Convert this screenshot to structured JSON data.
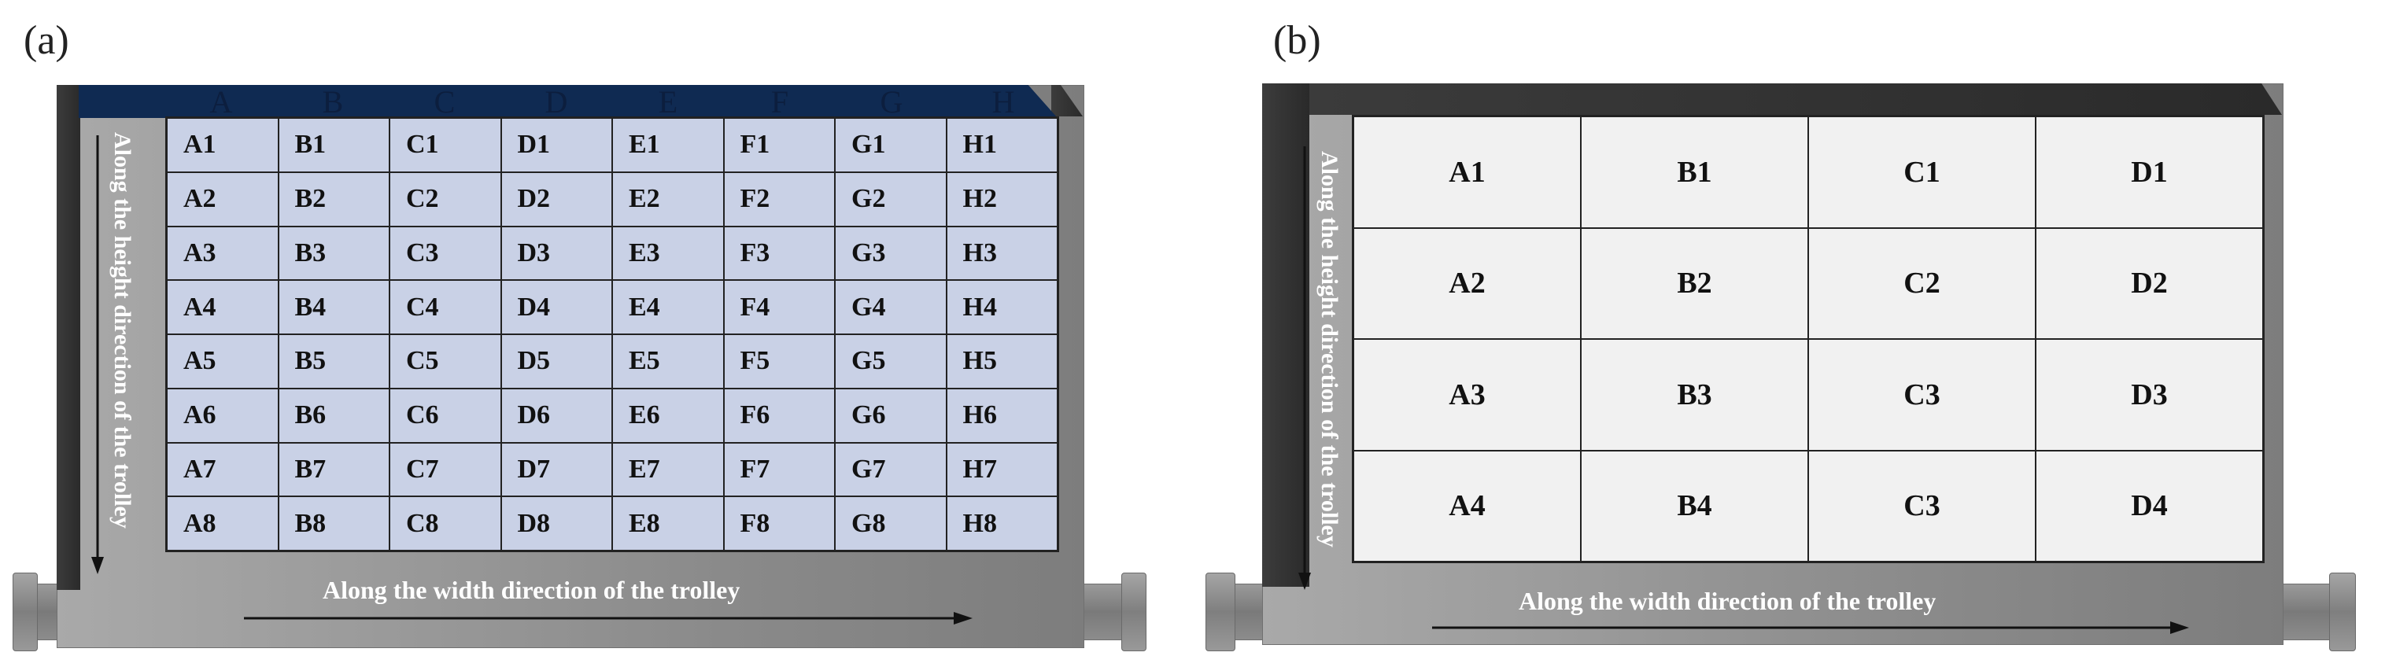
{
  "panel_a": {
    "label": "(a)",
    "columns": [
      "A",
      "B",
      "C",
      "D",
      "E",
      "F",
      "G",
      "H"
    ],
    "rows": [
      [
        "A1",
        "B1",
        "C1",
        "D1",
        "E1",
        "F1",
        "G1",
        "H1"
      ],
      [
        "A2",
        "B2",
        "C2",
        "D2",
        "E2",
        "F2",
        "G2",
        "H2"
      ],
      [
        "A3",
        "B3",
        "C3",
        "D3",
        "E3",
        "F3",
        "G3",
        "H3"
      ],
      [
        "A4",
        "B4",
        "C4",
        "D4",
        "E4",
        "F4",
        "G4",
        "H4"
      ],
      [
        "A5",
        "B5",
        "C5",
        "D5",
        "E5",
        "F5",
        "G5",
        "H5"
      ],
      [
        "A6",
        "B6",
        "C6",
        "D6",
        "E6",
        "F6",
        "G6",
        "H6"
      ],
      [
        "A7",
        "B7",
        "C7",
        "D7",
        "E7",
        "F7",
        "G7",
        "H7"
      ],
      [
        "A8",
        "B8",
        "C8",
        "D8",
        "E8",
        "F8",
        "G8",
        "H8"
      ]
    ],
    "height_label": "Along the height direction of the trolley",
    "width_label": "Along the width direction of the  trolley"
  },
  "panel_b": {
    "label": "(b)",
    "rows": [
      [
        "A1",
        "B1",
        "C1",
        "D1"
      ],
      [
        "A2",
        "B2",
        "C2",
        "D2"
      ],
      [
        "A3",
        "B3",
        "C3",
        "D3"
      ],
      [
        "A4",
        "B4",
        "C3",
        "D4"
      ]
    ],
    "height_label": "Along the height direction of the trolley",
    "width_label": "Along the width direction of the  trolley"
  },
  "colors": {
    "grid_a_fill": "#c9d1e6",
    "grid_b_fill": "#f1f1f1",
    "header_band": "#0f2a52",
    "trolley_gray": "#8a8a8a",
    "post_dark": "#2f2f2f"
  }
}
